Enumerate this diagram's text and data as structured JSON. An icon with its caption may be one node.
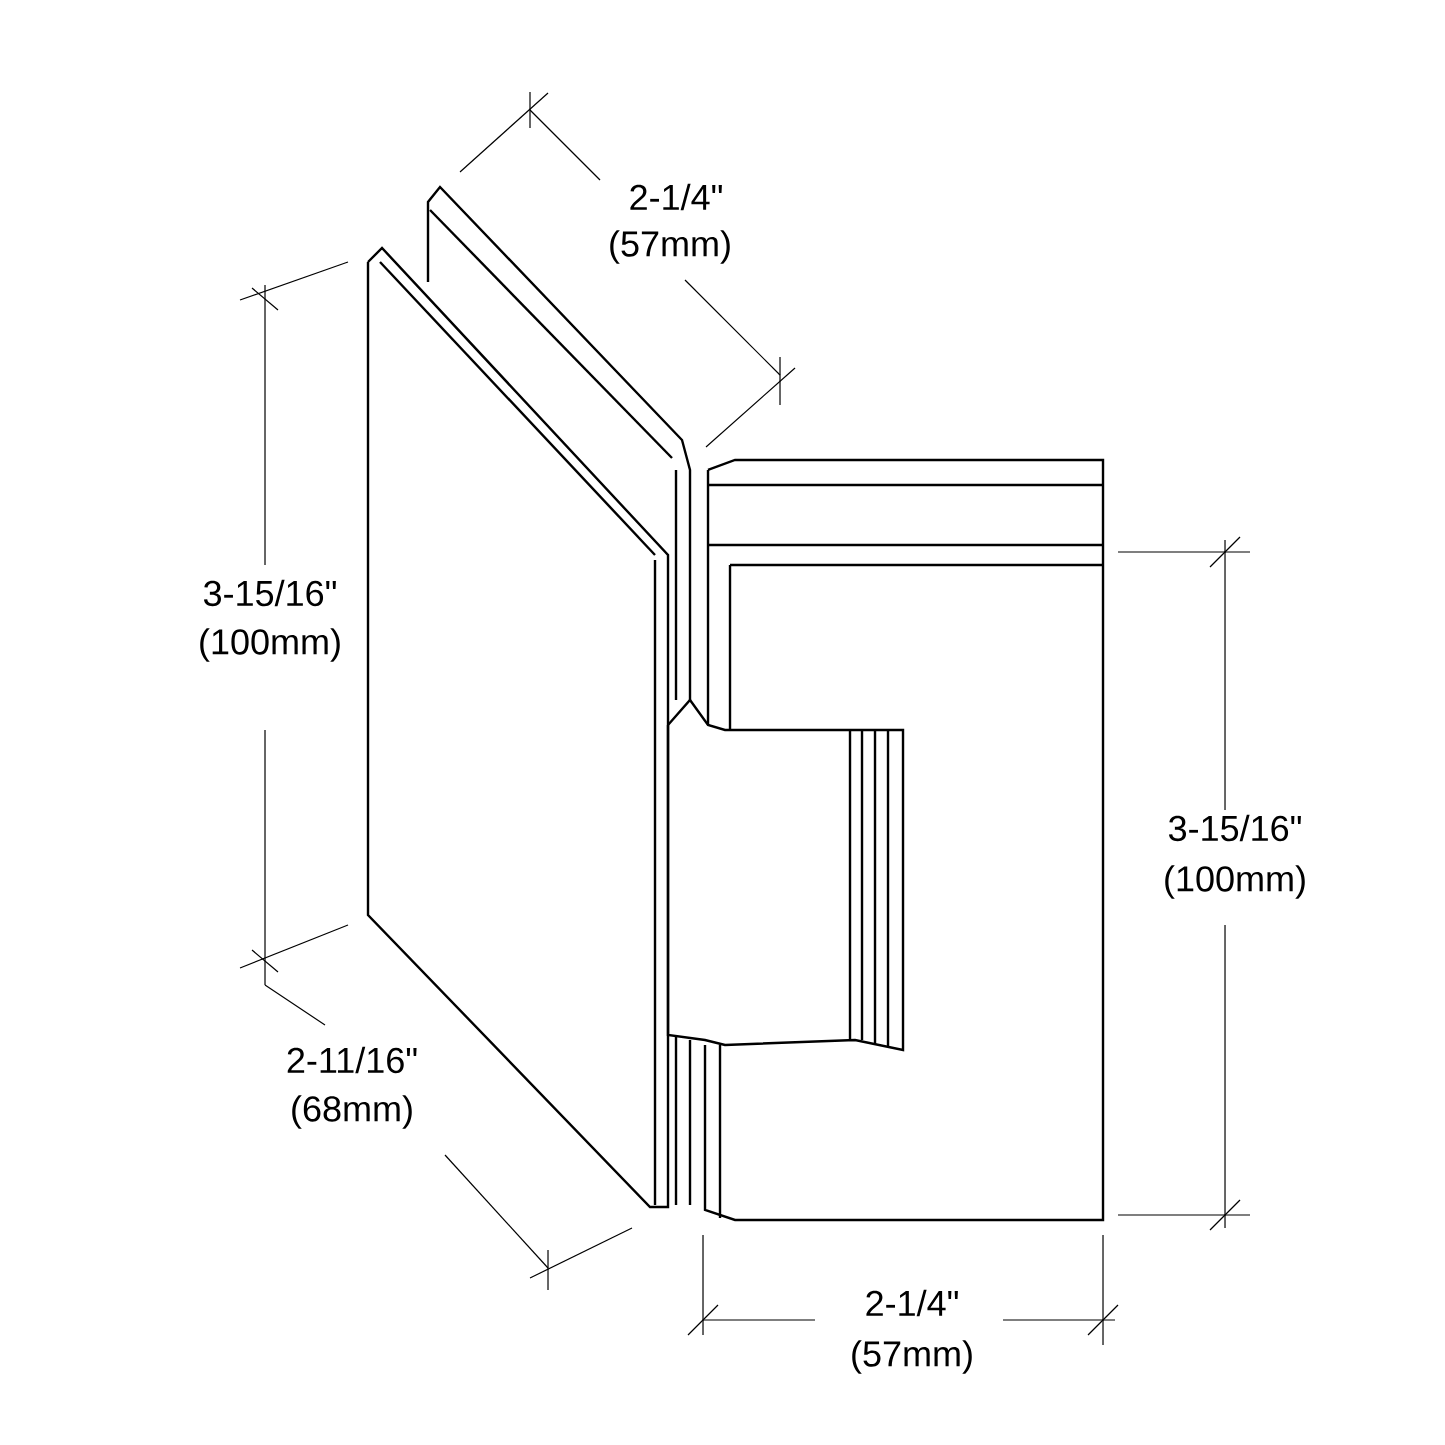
{
  "diagram": {
    "labels": [
      "2-1/4\"",
      "(57mm)",
      "3-15/16\"",
      "(100mm)",
      "3-15/16\"",
      "(100mm)",
      "2-11/16\"",
      "(68mm)",
      "2-1/4\"",
      "(57mm)"
    ]
  }
}
